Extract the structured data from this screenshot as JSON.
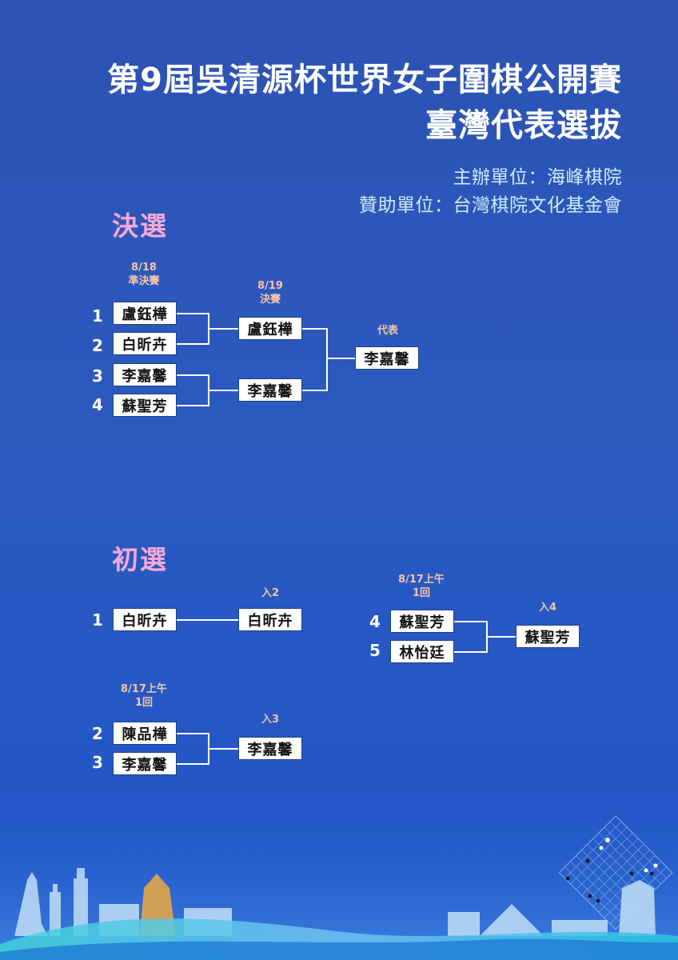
{
  "header": {
    "title_line1": "第9屆吳清源杯世界女子圍棋公開賽",
    "title_line2": "臺灣代表選拔",
    "organizer": "主辦單位：海峰棋院",
    "sponsor": "贊助單位：台灣棋院文化基金會"
  },
  "finals": {
    "heading": "決選",
    "semifinal_date": "8/18",
    "semifinal_label": "準決賽",
    "final_date": "8/19",
    "final_label": "決賽",
    "winner_label": "代表",
    "seeds": [
      "1",
      "2",
      "3",
      "4"
    ],
    "players": [
      "盧鈺樺",
      "白昕卉",
      "李嘉馨",
      "蘇聖芳"
    ],
    "semifinal_winners": [
      "盧鈺樺",
      "李嘉馨"
    ],
    "representative": "李嘉馨"
  },
  "prelims": {
    "heading": "初選",
    "bracket_a": {
      "seed": "1",
      "player": "白昕卉",
      "result_label": "入2",
      "result": "白昕卉"
    },
    "bracket_b": {
      "date": "8/17上午",
      "round": "1回",
      "seeds": [
        "2",
        "3"
      ],
      "players": [
        "陳品樺",
        "李嘉馨"
      ],
      "result_label": "入3",
      "result": "李嘉馨"
    },
    "bracket_c": {
      "date": "8/17上午",
      "round": "1回",
      "seeds": [
        "4",
        "5"
      ],
      "players": [
        "蘇聖芳",
        "林怡廷"
      ],
      "result_label": "入4",
      "result": "蘇聖芳"
    }
  },
  "colors": {
    "background": "#2b5ac0",
    "section_heading": "#f7a8d9",
    "note_text": "#f6c6a6",
    "org_text": "#cdeeff"
  }
}
